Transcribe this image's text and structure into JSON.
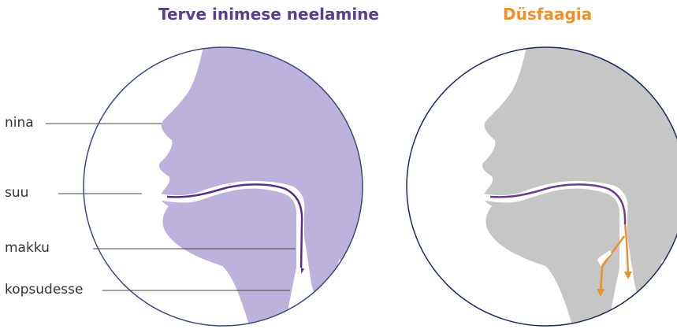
{
  "titles": {
    "healthy": "Terve inimese neelamine",
    "dysphagia": "Düsfaagia"
  },
  "labels": {
    "nose": "nina",
    "mouth": "suu",
    "throat": "makku",
    "lungs": "kopsudesse"
  },
  "colors": {
    "healthy_title": "#5b3c8e",
    "dysphagia_title": "#f0902b",
    "healthy_head": "#bdb2dc",
    "dysphagia_head": "#c6c6c6",
    "passage": "#ffffff",
    "bolus": "#5a2d86",
    "aspiration": "#f0902b",
    "circle_outline": "#3a4a7a",
    "leader_line": "#444444"
  }
}
